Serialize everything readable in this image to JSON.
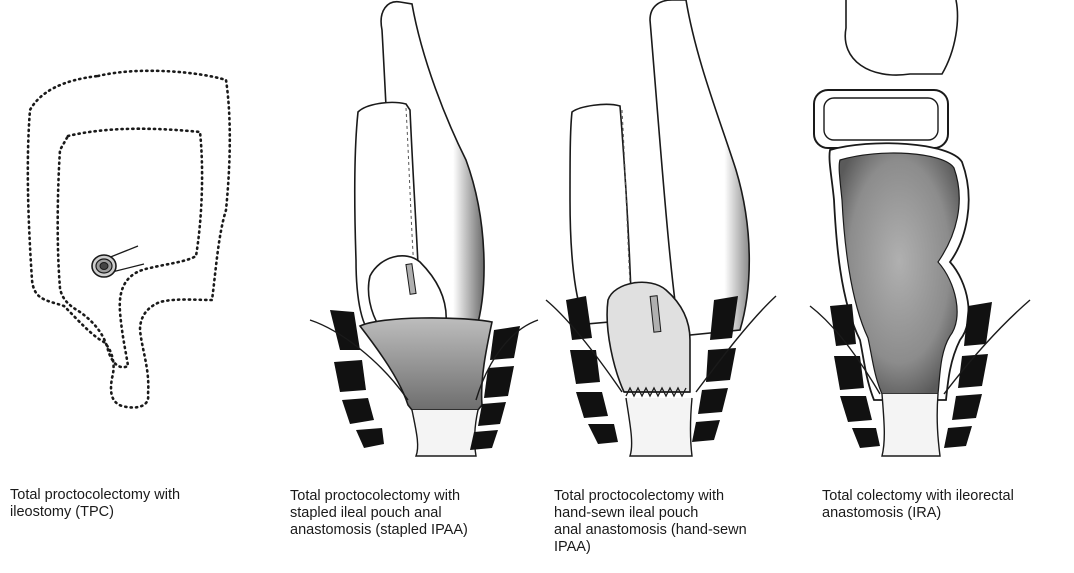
{
  "panels": [
    {
      "id": "tpc",
      "caption": "Total proctocolectomy with\nileostomy (TPC)"
    },
    {
      "id": "stapled-ipaa",
      "caption": "Total proctocolectomy with\nstapled ileal pouch anal\nanastomosis (stapled IPAA)"
    },
    {
      "id": "handsewn-ipaa",
      "caption": "Total proctocolectomy with\n hand-sewn ileal pouch\nanal anastomosis (hand-sewn\nIPAA)"
    },
    {
      "id": "ira",
      "caption": "Total colectomy with ileorectal\n anastomosis (IRA)"
    }
  ],
  "colors": {
    "tissue": "#8a8a8a",
    "tissue_dark": "#5a5a5a",
    "line": "#1a1a1a",
    "muscle": "#111111"
  }
}
